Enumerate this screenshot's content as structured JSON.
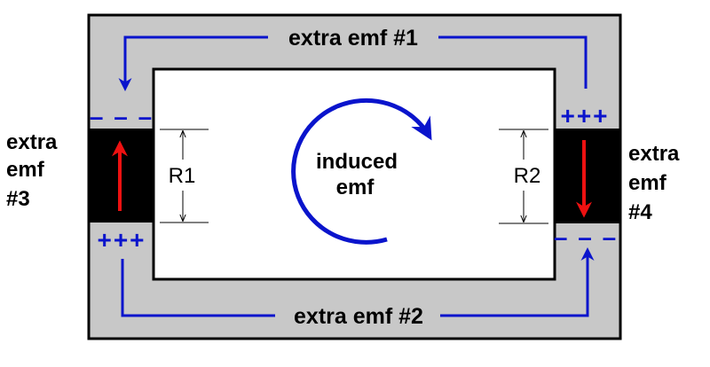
{
  "labels": {
    "top_emf": "extra emf #1",
    "bottom_emf": "extra emf #2",
    "left_emf": [
      "extra",
      "emf",
      "#3"
    ],
    "right_emf": [
      "extra",
      "emf",
      "#4"
    ],
    "induced": [
      "induced",
      "emf"
    ],
    "r1": "R1",
    "r2": "R2",
    "left_top_sign": "– – –",
    "left_bottom_sign": "+++",
    "right_top_sign": "+++",
    "right_bottom_sign": "– – –"
  },
  "colors": {
    "frame": "#c8c8c8",
    "outline": "#000000",
    "arrow_blue": "#0a14cc",
    "arrow_red": "#ee1111",
    "resistor": "#000000",
    "text": "#000000"
  }
}
